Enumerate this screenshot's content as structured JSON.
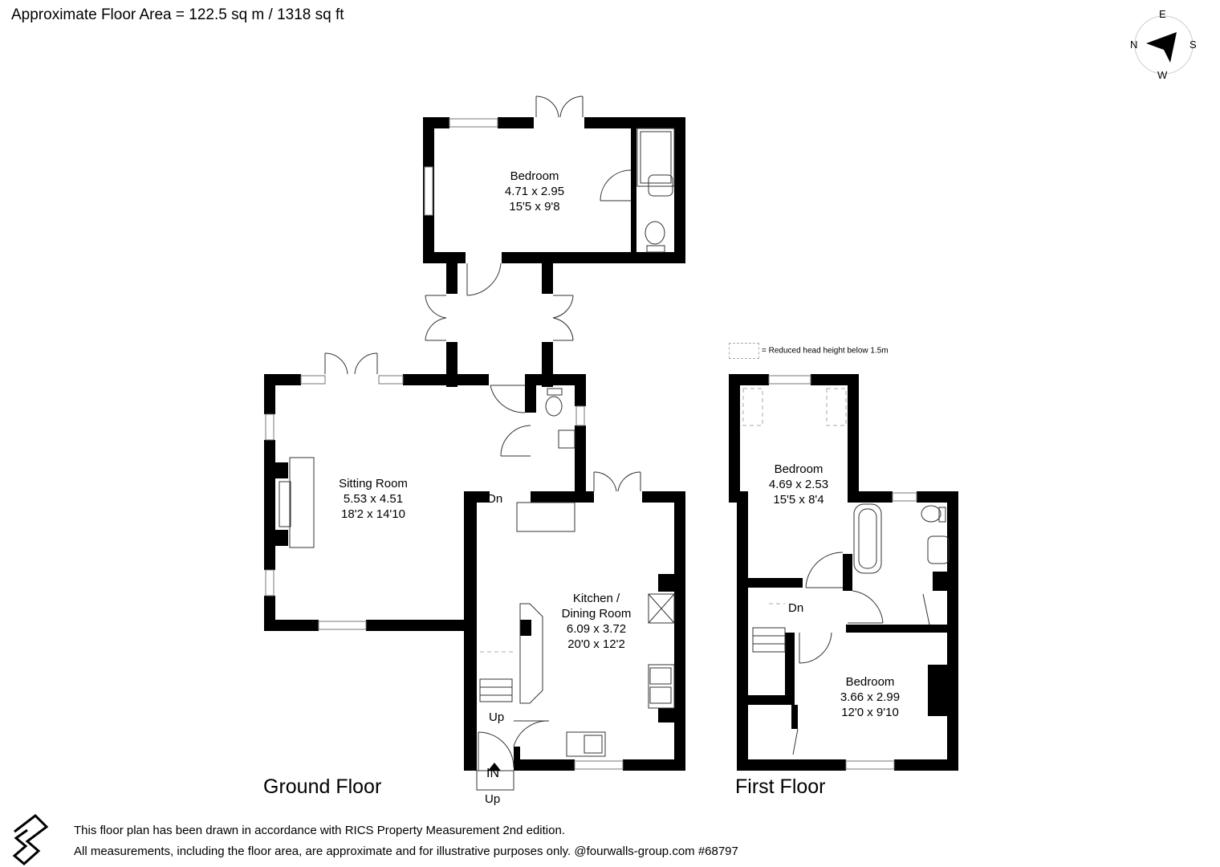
{
  "header": {
    "area_title": "Approximate Floor Area = 122.5 sq m / 1318 sq ft"
  },
  "compass": {
    "n": "N",
    "e": "E",
    "s": "S",
    "w": "W"
  },
  "legend": {
    "text": "= Reduced head height below 1.5m"
  },
  "ground_floor": {
    "label": "Ground Floor",
    "rooms": [
      {
        "name": "Bedroom",
        "metric": "4.71 x 2.95",
        "imperial": "15'5 x 9'8"
      },
      {
        "name": "Sitting Room",
        "metric": "5.53 x 4.51",
        "imperial": "18'2 x 14'10"
      },
      {
        "name_line1": "Kitchen /",
        "name_line2": "Dining Room",
        "metric": "6.09 x 3.72",
        "imperial": "20'0 x 12'2"
      }
    ],
    "stair_dn": "Dn",
    "stair_up": "Up",
    "entrance": "IN",
    "step_up": "Up"
  },
  "first_floor": {
    "label": "First Floor",
    "rooms": [
      {
        "name": "Bedroom",
        "metric": "4.69 x 2.53",
        "imperial": "15'5 x 8'4"
      },
      {
        "name": "Bedroom",
        "metric": "3.66 x 2.99",
        "imperial": "12'0 x 9'10"
      }
    ],
    "stair_dn": "Dn"
  },
  "footer": {
    "line1": "This floor plan has been drawn in accordance with RICS Property Measurement 2nd edition.",
    "line2": "All measurements, including the floor area, are approximate and for illustrative purposes only. @fourwalls-group.com #68797"
  },
  "colors": {
    "wall": "#000000",
    "window": "#999999",
    "dashed": "#aaaaaa"
  }
}
